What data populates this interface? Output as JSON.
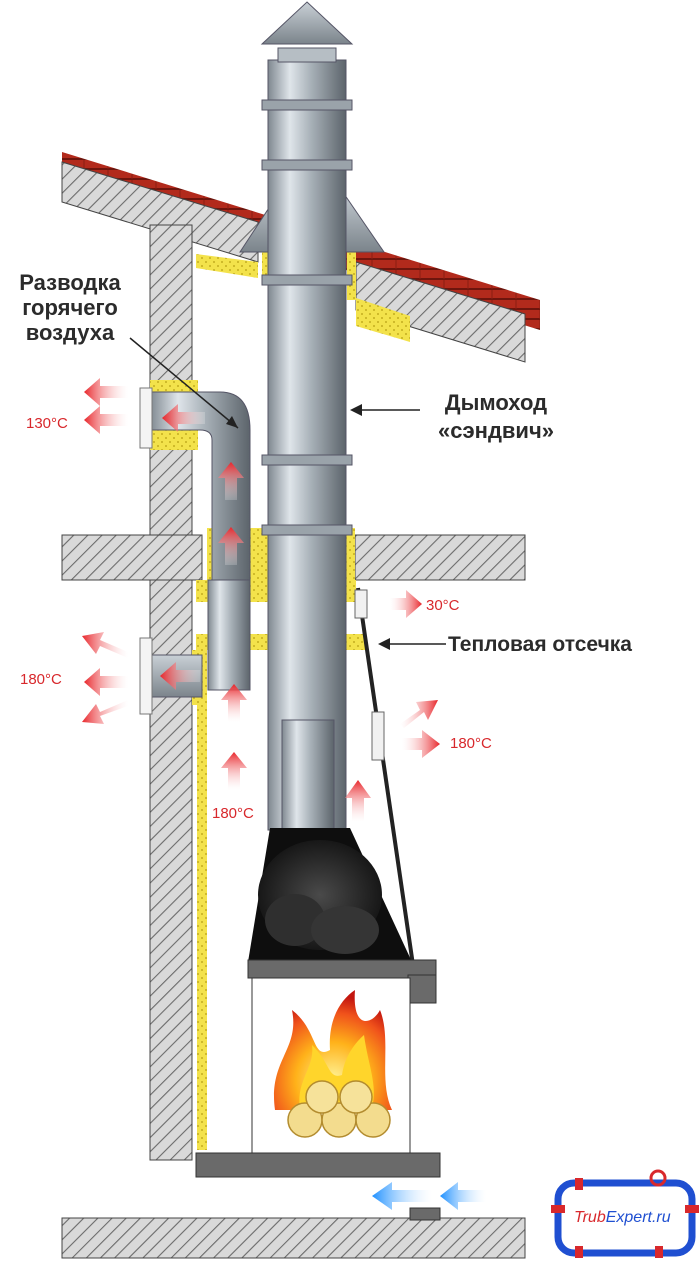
{
  "labels": {
    "hot_air_line1": "Разводка",
    "hot_air_line2": "горячего",
    "hot_air_line3": "воздуха",
    "chimney_line1": "Дымоход",
    "chimney_line2": "«сэндвич»",
    "heat_cutoff": "Тепловая отсечка"
  },
  "temperatures": {
    "wall_upper": "130°C",
    "wall_lower": "180°C",
    "inner_channel": "180°C",
    "cutoff": "30°C",
    "right_side": "180°C"
  },
  "logo": {
    "part1": "Trub",
    "part2": "Expert.ru"
  },
  "colors": {
    "heat_arrow": "#e8262b",
    "cold_arrow": "#1e90ff",
    "insulation": "#f3e24b",
    "wall_hatch": "#6b6b6b",
    "roof_tile": "#b22a1c",
    "logo_frame": "#1f4fd1"
  }
}
